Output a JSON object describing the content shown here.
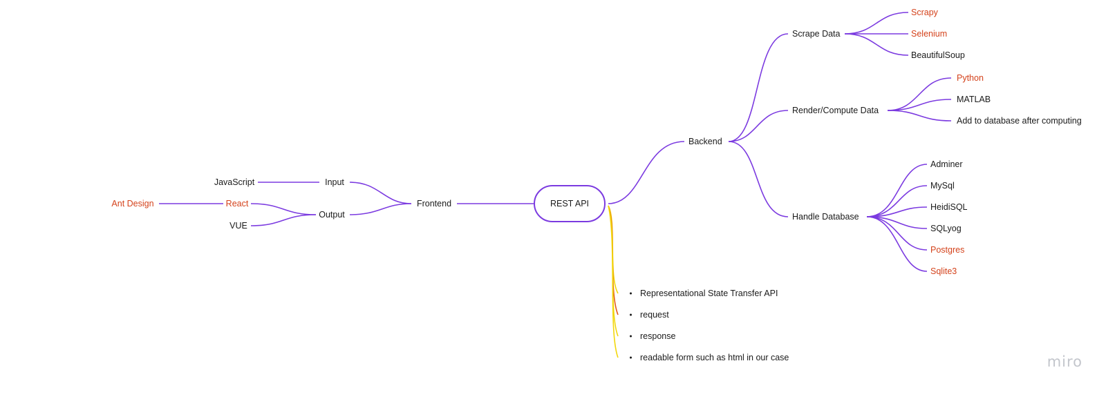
{
  "root": {
    "label": "REST API"
  },
  "backend": {
    "label": "Backend",
    "scrape": {
      "label": "Scrape Data",
      "items": [
        "Scrapy",
        "Selenium",
        "BeautifulSoup"
      ]
    },
    "render": {
      "label": "Render/Compute Data",
      "items": [
        "Python",
        "MATLAB",
        "Add to database after computing"
      ]
    },
    "database": {
      "label": "Handle Database",
      "items": [
        "Adminer",
        "MySql",
        "HeidiSQL",
        "SQLyog",
        "Postgres",
        "Sqlite3"
      ]
    }
  },
  "frontend": {
    "label": "Frontend",
    "input": {
      "label": "Input",
      "child": "JavaScript"
    },
    "output": {
      "label": "Output",
      "react": "React",
      "react_child": "Ant Design",
      "vue": "VUE"
    }
  },
  "notes": [
    "Representational State Transfer API",
    "request",
    "response",
    "readable form such as html in our case"
  ],
  "watermark": "miro",
  "colors": {
    "branch": "#7b3ae0",
    "note_branch": "#f2d70c",
    "note_branch_accent": "#e35a1a",
    "highlight": "#d4421b"
  },
  "highlighted_items": [
    "Scrapy",
    "Selenium",
    "Python",
    "Postgres",
    "Sqlite3",
    "React",
    "Ant Design"
  ]
}
